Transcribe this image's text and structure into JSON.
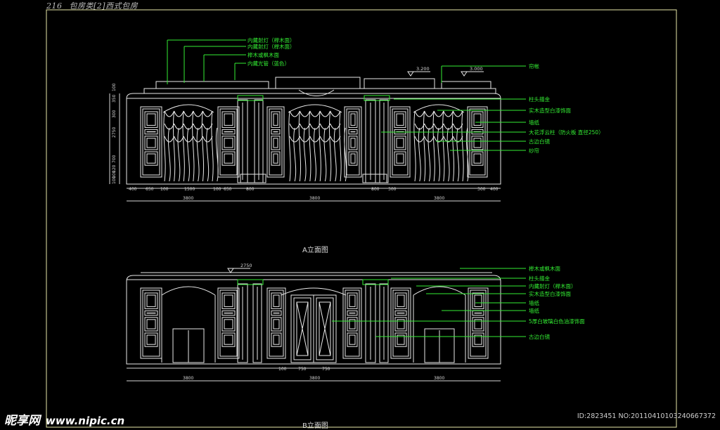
{
  "header": {
    "page_no": "216",
    "category": "包房类[2]西式包房"
  },
  "elevation_a": {
    "title": "A立面图",
    "callouts_top": [
      "内藏射灯（榉木面）",
      "内藏射灯（榉木面）",
      "榉木或枫木面",
      "内藏光管（蓝色）"
    ],
    "callouts_right": [
      "帘帐",
      "柱头描金",
      "实木造型白漆饰面",
      "墙纸",
      "大花浮云柱（防火板 直径250）",
      "古边白镜",
      "纱帘"
    ],
    "levels": [
      "3.200",
      "3.000"
    ],
    "dims_bottom": [
      "400",
      "650",
      "100",
      "1500",
      "100",
      "650",
      "800",
      "800",
      "300",
      "300",
      "400"
    ],
    "dims_totals": [
      "3800",
      "3800",
      "3800"
    ],
    "dims_left": [
      "100",
      "350",
      "300",
      "2750",
      "700",
      "120",
      "100",
      "100"
    ]
  },
  "elevation_b": {
    "title": "B立面图",
    "level": "2750",
    "callouts_right": [
      "榉木或枫木面",
      "柱头描金",
      "内藏射灯（榉木面）",
      "实木造型白漆饰面",
      "墙纸",
      "墙纸",
      "5厚白玻璃白色油漆饰面",
      "古边白镜"
    ],
    "dims_door": [
      "100",
      "750",
      "750"
    ],
    "dims_totals": [
      "3800",
      "3800",
      "3800"
    ]
  },
  "watermark": {
    "brand": "昵享网",
    "url": "www.nipic.cn"
  },
  "image_id": "ID:2823451 NO:20110410103240667372",
  "colors": {
    "line": "#e8e8e8",
    "callout": "#33ee33",
    "dim": "#d6d6d6",
    "frame": "#e8e8a8"
  }
}
